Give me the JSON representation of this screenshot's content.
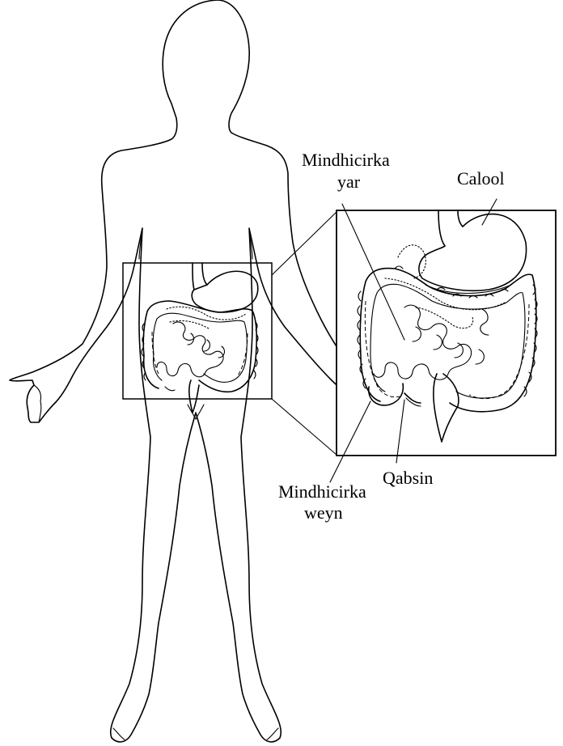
{
  "diagram": {
    "labels": {
      "small_intestine_line1": "Mindhicirka",
      "small_intestine_line2": "yar",
      "stomach": "Calool",
      "large_intestine_line1": "Mindhicirka",
      "large_intestine_line2": "weyn",
      "appendix": "Qabsin"
    },
    "colors": {
      "ink": "#000000",
      "background": "#ffffff"
    }
  }
}
